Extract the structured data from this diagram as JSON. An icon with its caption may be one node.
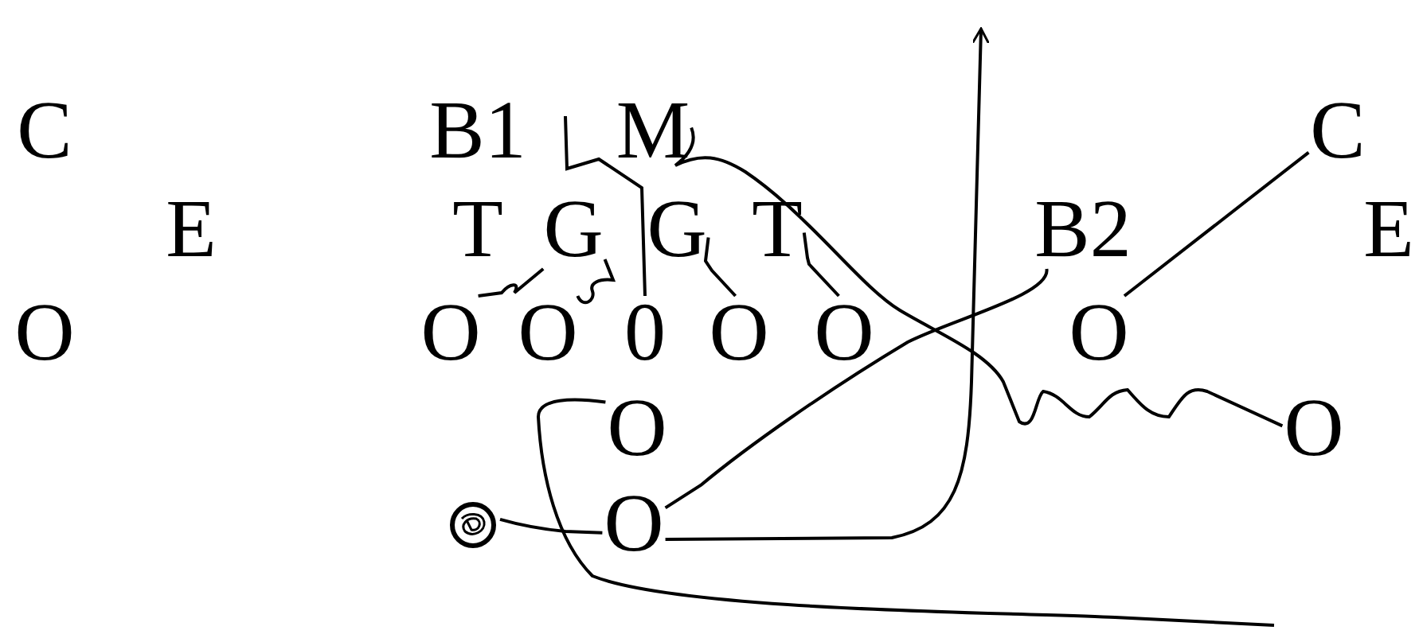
{
  "diagram": {
    "nodes": [
      {
        "text": [
          "M"
        ]
      },
      {
        "text": [
          "C"
        ]
      },
      {
        "text": [
          "G"
        ]
      },
      {
        "text": [
          "G"
        ]
      },
      {
        "text": [
          "T"
        ]
      },
      {
        "text": [
          "B2"
        ]
      },
      {
        "text": [
          "O"
        ]
      },
      {
        "text": [
          "O"
        ]
      },
      {
        "text": [
          "0"
        ]
      },
      {
        "text": [
          "O"
        ]
      },
      {
        "text": [
          "O"
        ]
      },
      {
        "text": [
          "O"
        ]
      },
      {
        "text": [
          "O"
        ]
      },
      {
        "text": [
          "O"
        ]
      },
      {
        "text": [],
        "shape": "circle"
      },
      {
        "text": [
          "O"
        ]
      }
    ],
    "edges": [
      {
        "from": 6,
        "to": 2,
        "arrow": "none"
      },
      {
        "from": 7,
        "to": 2,
        "arrow": "none"
      },
      {
        "from": 8,
        "to": null,
        "arrow": "none"
      },
      {
        "from": 9,
        "to": 3,
        "arrow": "none"
      },
      {
        "from": 10,
        "to": 4,
        "arrow": "none"
      },
      {
        "from": 11,
        "to": 1,
        "arrow": "none"
      },
      {
        "from": 5,
        "to": 15,
        "arrow": "none"
      },
      {
        "from": 0,
        "to": 13,
        "arrow": "none"
      },
      {
        "from": 15,
        "to": null,
        "arrow": "to"
      },
      {
        "from": 12,
        "to": null,
        "arrow": "none"
      },
      {
        "from": 14,
        "to": 15,
        "arrow": "none"
      }
    ],
    "labels": [
      "C",
      "B1",
      "E",
      "T",
      "E",
      "O"
    ]
  }
}
